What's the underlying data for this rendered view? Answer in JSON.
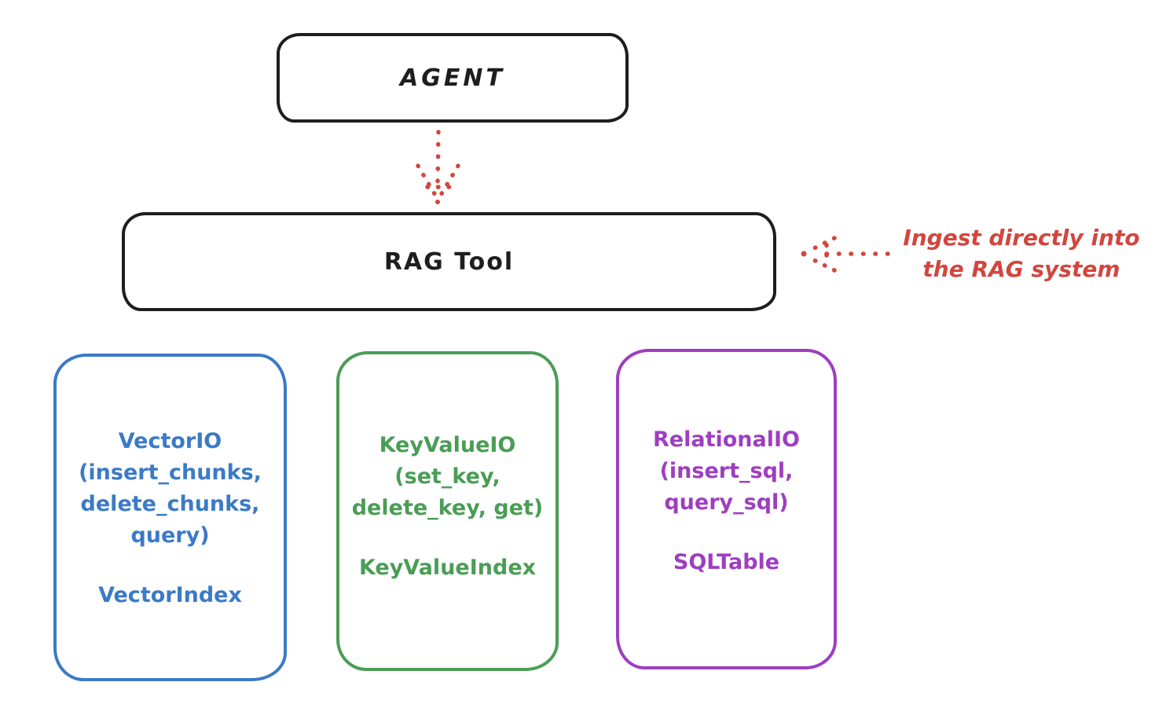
{
  "diagram": {
    "title_hint": "RAG Tool architecture sketch",
    "agent_box": {
      "label": "AGENT",
      "stroke_color": "#1e1e1e"
    },
    "rag_box": {
      "label": "RAG Tool",
      "stroke_color": "#1e1e1e"
    },
    "arrows": {
      "agent_to_rag": {
        "style": "dotted",
        "color": "#d1463e",
        "direction": "down"
      },
      "annotation_to_rag": {
        "style": "dotted",
        "color": "#d1463e",
        "direction": "left"
      }
    },
    "annotation": {
      "line1": "Ingest directly into",
      "line2": "the RAG system",
      "color": "#d1463e"
    },
    "nodes": [
      {
        "name": "vector-io",
        "color": "#3b7ac6",
        "lines": [
          "VectorIO",
          "(insert_chunks,",
          "delete_chunks,",
          "query)"
        ],
        "footer": "VectorIndex"
      },
      {
        "name": "keyvalue-io",
        "color": "#4a9d55",
        "lines": [
          "KeyValueIO",
          "(set_key,",
          "delete_key, get)"
        ],
        "footer": "KeyValueIndex"
      },
      {
        "name": "relational-io",
        "color": "#9e3ec0",
        "lines": [
          "RelationalIO",
          "(insert_sql,",
          "query_sql)"
        ],
        "footer": "SQLTable"
      }
    ]
  }
}
